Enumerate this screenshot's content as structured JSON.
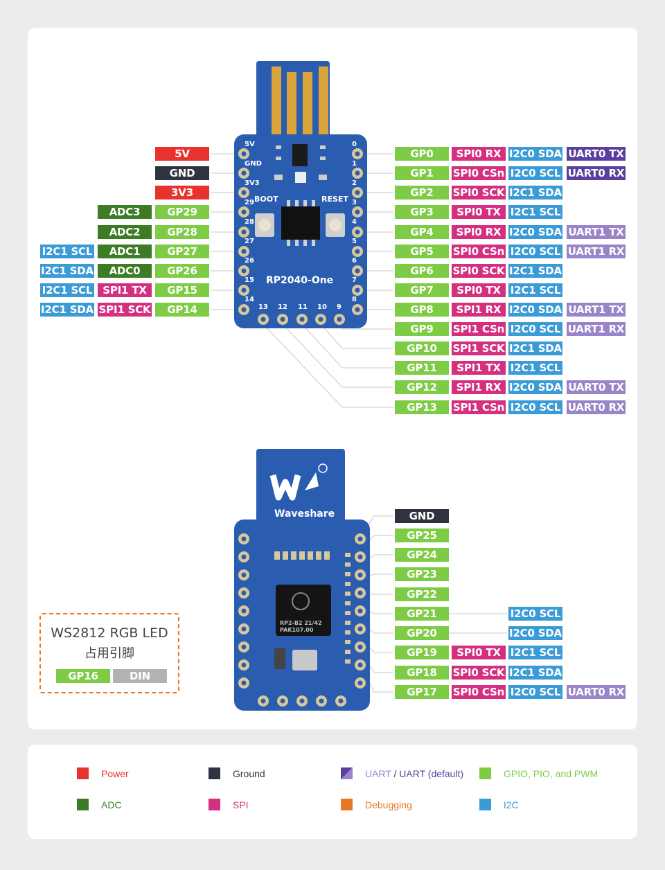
{
  "top_board": {
    "silk": {
      "left_pins": [
        "5V",
        "GND",
        "3V3",
        "29",
        "28",
        "27",
        "26",
        "15",
        "14"
      ],
      "right_pins": [
        "0",
        "1",
        "2",
        "3",
        "4",
        "5",
        "6",
        "7",
        "8"
      ],
      "bottom_pins": [
        "13",
        "12",
        "11",
        "10",
        "9"
      ],
      "boot": "BOOT",
      "reset": "RESET",
      "name": "RP2040-One"
    },
    "left_rows": [
      [
        {
          "t": "5V",
          "c": "power"
        }
      ],
      [
        {
          "t": "GND",
          "c": "gnd"
        }
      ],
      [
        {
          "t": "3V3",
          "c": "power"
        }
      ],
      [
        {
          "t": "GP29",
          "c": "gpio"
        },
        {
          "t": "ADC3",
          "c": "adc"
        }
      ],
      [
        {
          "t": "GP28",
          "c": "gpio"
        },
        {
          "t": "ADC2",
          "c": "adc"
        }
      ],
      [
        {
          "t": "GP27",
          "c": "gpio"
        },
        {
          "t": "ADC1",
          "c": "adc"
        },
        {
          "t": "I2C1 SCL",
          "c": "i2c"
        }
      ],
      [
        {
          "t": "GP26",
          "c": "gpio"
        },
        {
          "t": "ADC0",
          "c": "adc"
        },
        {
          "t": "I2C1 SDA",
          "c": "i2c"
        }
      ],
      [
        {
          "t": "GP15",
          "c": "gpio"
        },
        {
          "t": "SPI1 TX",
          "c": "spi"
        },
        {
          "t": "I2C1 SCL",
          "c": "i2c"
        }
      ],
      [
        {
          "t": "GP14",
          "c": "gpio"
        },
        {
          "t": "SPI1 SCK",
          "c": "spi"
        },
        {
          "t": "I2C1 SDA",
          "c": "i2c"
        }
      ]
    ],
    "right_rows": [
      [
        {
          "t": "GP0",
          "c": "gpio"
        },
        {
          "t": "SPI0 RX",
          "c": "spi"
        },
        {
          "t": "I2C0 SDA",
          "c": "i2c"
        },
        {
          "t": "UART0 TX",
          "c": "uartdef"
        }
      ],
      [
        {
          "t": "GP1",
          "c": "gpio"
        },
        {
          "t": "SPI0 CSn",
          "c": "spi"
        },
        {
          "t": "I2C0 SCL",
          "c": "i2c"
        },
        {
          "t": "UART0 RX",
          "c": "uartdef"
        }
      ],
      [
        {
          "t": "GP2",
          "c": "gpio"
        },
        {
          "t": "SPI0 SCK",
          "c": "spi"
        },
        {
          "t": "I2C1 SDA",
          "c": "i2c"
        }
      ],
      [
        {
          "t": "GP3",
          "c": "gpio"
        },
        {
          "t": "SPI0 TX",
          "c": "spi"
        },
        {
          "t": "I2C1 SCL",
          "c": "i2c"
        }
      ],
      [
        {
          "t": "GP4",
          "c": "gpio"
        },
        {
          "t": "SPI0 RX",
          "c": "spi"
        },
        {
          "t": "I2C0 SDA",
          "c": "i2c"
        },
        {
          "t": "UART1 TX",
          "c": "uart"
        }
      ],
      [
        {
          "t": "GP5",
          "c": "gpio"
        },
        {
          "t": "SPI0 CSn",
          "c": "spi"
        },
        {
          "t": "I2C0 SCL",
          "c": "i2c"
        },
        {
          "t": "UART1 RX",
          "c": "uart"
        }
      ],
      [
        {
          "t": "GP6",
          "c": "gpio"
        },
        {
          "t": "SPI0 SCK",
          "c": "spi"
        },
        {
          "t": "I2C1 SDA",
          "c": "i2c"
        }
      ],
      [
        {
          "t": "GP7",
          "c": "gpio"
        },
        {
          "t": "SPI0 TX",
          "c": "spi"
        },
        {
          "t": "I2C1 SCL",
          "c": "i2c"
        }
      ],
      [
        {
          "t": "GP8",
          "c": "gpio"
        },
        {
          "t": "SPI1 RX",
          "c": "spi"
        },
        {
          "t": "I2C0 SDA",
          "c": "i2c"
        },
        {
          "t": "UART1 TX",
          "c": "uart"
        }
      ],
      [
        {
          "t": "GP9",
          "c": "gpio"
        },
        {
          "t": "SPI1 CSn",
          "c": "spi"
        },
        {
          "t": "I2C0 SCL",
          "c": "i2c"
        },
        {
          "t": "UART1 RX",
          "c": "uart"
        }
      ],
      [
        {
          "t": "GP10",
          "c": "gpio"
        },
        {
          "t": "SPI1 SCK",
          "c": "spi"
        },
        {
          "t": "I2C1 SDA",
          "c": "i2c"
        }
      ],
      [
        {
          "t": "GP11",
          "c": "gpio"
        },
        {
          "t": "SPI1 TX",
          "c": "spi"
        },
        {
          "t": "I2C1 SCL",
          "c": "i2c"
        }
      ],
      [
        {
          "t": "GP12",
          "c": "gpio"
        },
        {
          "t": "SPI1 RX",
          "c": "spi"
        },
        {
          "t": "I2C0 SDA",
          "c": "i2c"
        },
        {
          "t": "UART0 TX",
          "c": "uart"
        }
      ],
      [
        {
          "t": "GP13",
          "c": "gpio"
        },
        {
          "t": "SPI1 CSn",
          "c": "spi"
        },
        {
          "t": "I2C0 SCL",
          "c": "i2c"
        },
        {
          "t": "UART0 RX",
          "c": "uart"
        }
      ]
    ]
  },
  "bottom_board": {
    "silk": {
      "brand": "Waveshare",
      "chip_line1": "RP2-B2  21/42",
      "chip_line2": "PAK107.00"
    },
    "rows": [
      [
        {
          "t": "GND",
          "c": "gnd"
        }
      ],
      [
        {
          "t": "GP25",
          "c": "gpio"
        }
      ],
      [
        {
          "t": "GP24",
          "c": "gpio"
        }
      ],
      [
        {
          "t": "GP23",
          "c": "gpio"
        }
      ],
      [
        {
          "t": "GP22",
          "c": "gpio"
        }
      ],
      [
        {
          "t": "GP21",
          "c": "gpio"
        },
        {
          "t": "I2C0 SCL",
          "c": "i2c"
        }
      ],
      [
        {
          "t": "GP20",
          "c": "gpio"
        },
        {
          "t": "I2C0 SDA",
          "c": "i2c"
        }
      ],
      [
        {
          "t": "GP19",
          "c": "gpio"
        },
        {
          "t": "SPI0 TX",
          "c": "spi"
        },
        {
          "t": "I2C1 SCL",
          "c": "i2c"
        }
      ],
      [
        {
          "t": "GP18",
          "c": "gpio"
        },
        {
          "t": "SPI0 SCK",
          "c": "spi"
        },
        {
          "t": "I2C1 SDA",
          "c": "i2c"
        }
      ],
      [
        {
          "t": "GP17",
          "c": "gpio"
        },
        {
          "t": "SPI0 CSn",
          "c": "spi"
        },
        {
          "t": "I2C0 SCL",
          "c": "i2c"
        },
        {
          "t": "UART0 RX",
          "c": "uart"
        }
      ]
    ]
  },
  "ws2812": {
    "title": "WS2812 RGB LED",
    "subtitle": "占用引脚",
    "pin": "GP16",
    "function": "DIN"
  },
  "legend": {
    "power": "Power",
    "ground": "Ground",
    "uart": "UART",
    "uart_sep": " / ",
    "uart_default": "UART (default)",
    "gpio": "GPIO, PIO, and PWM",
    "adc": "ADC",
    "spi": "SPI",
    "debugging": "Debugging",
    "i2c": "I2C"
  },
  "colors": {
    "power": "#e8322d",
    "ground": "#2f3340",
    "gpio": "#7ecb45",
    "adc": "#3c7c25",
    "spi": "#d5307f",
    "i2c": "#3a9bd6",
    "uart": "#9a84c9",
    "uart_default": "#5a3f9e",
    "debugging": "#e87722",
    "pcb": "#2a5db0"
  }
}
